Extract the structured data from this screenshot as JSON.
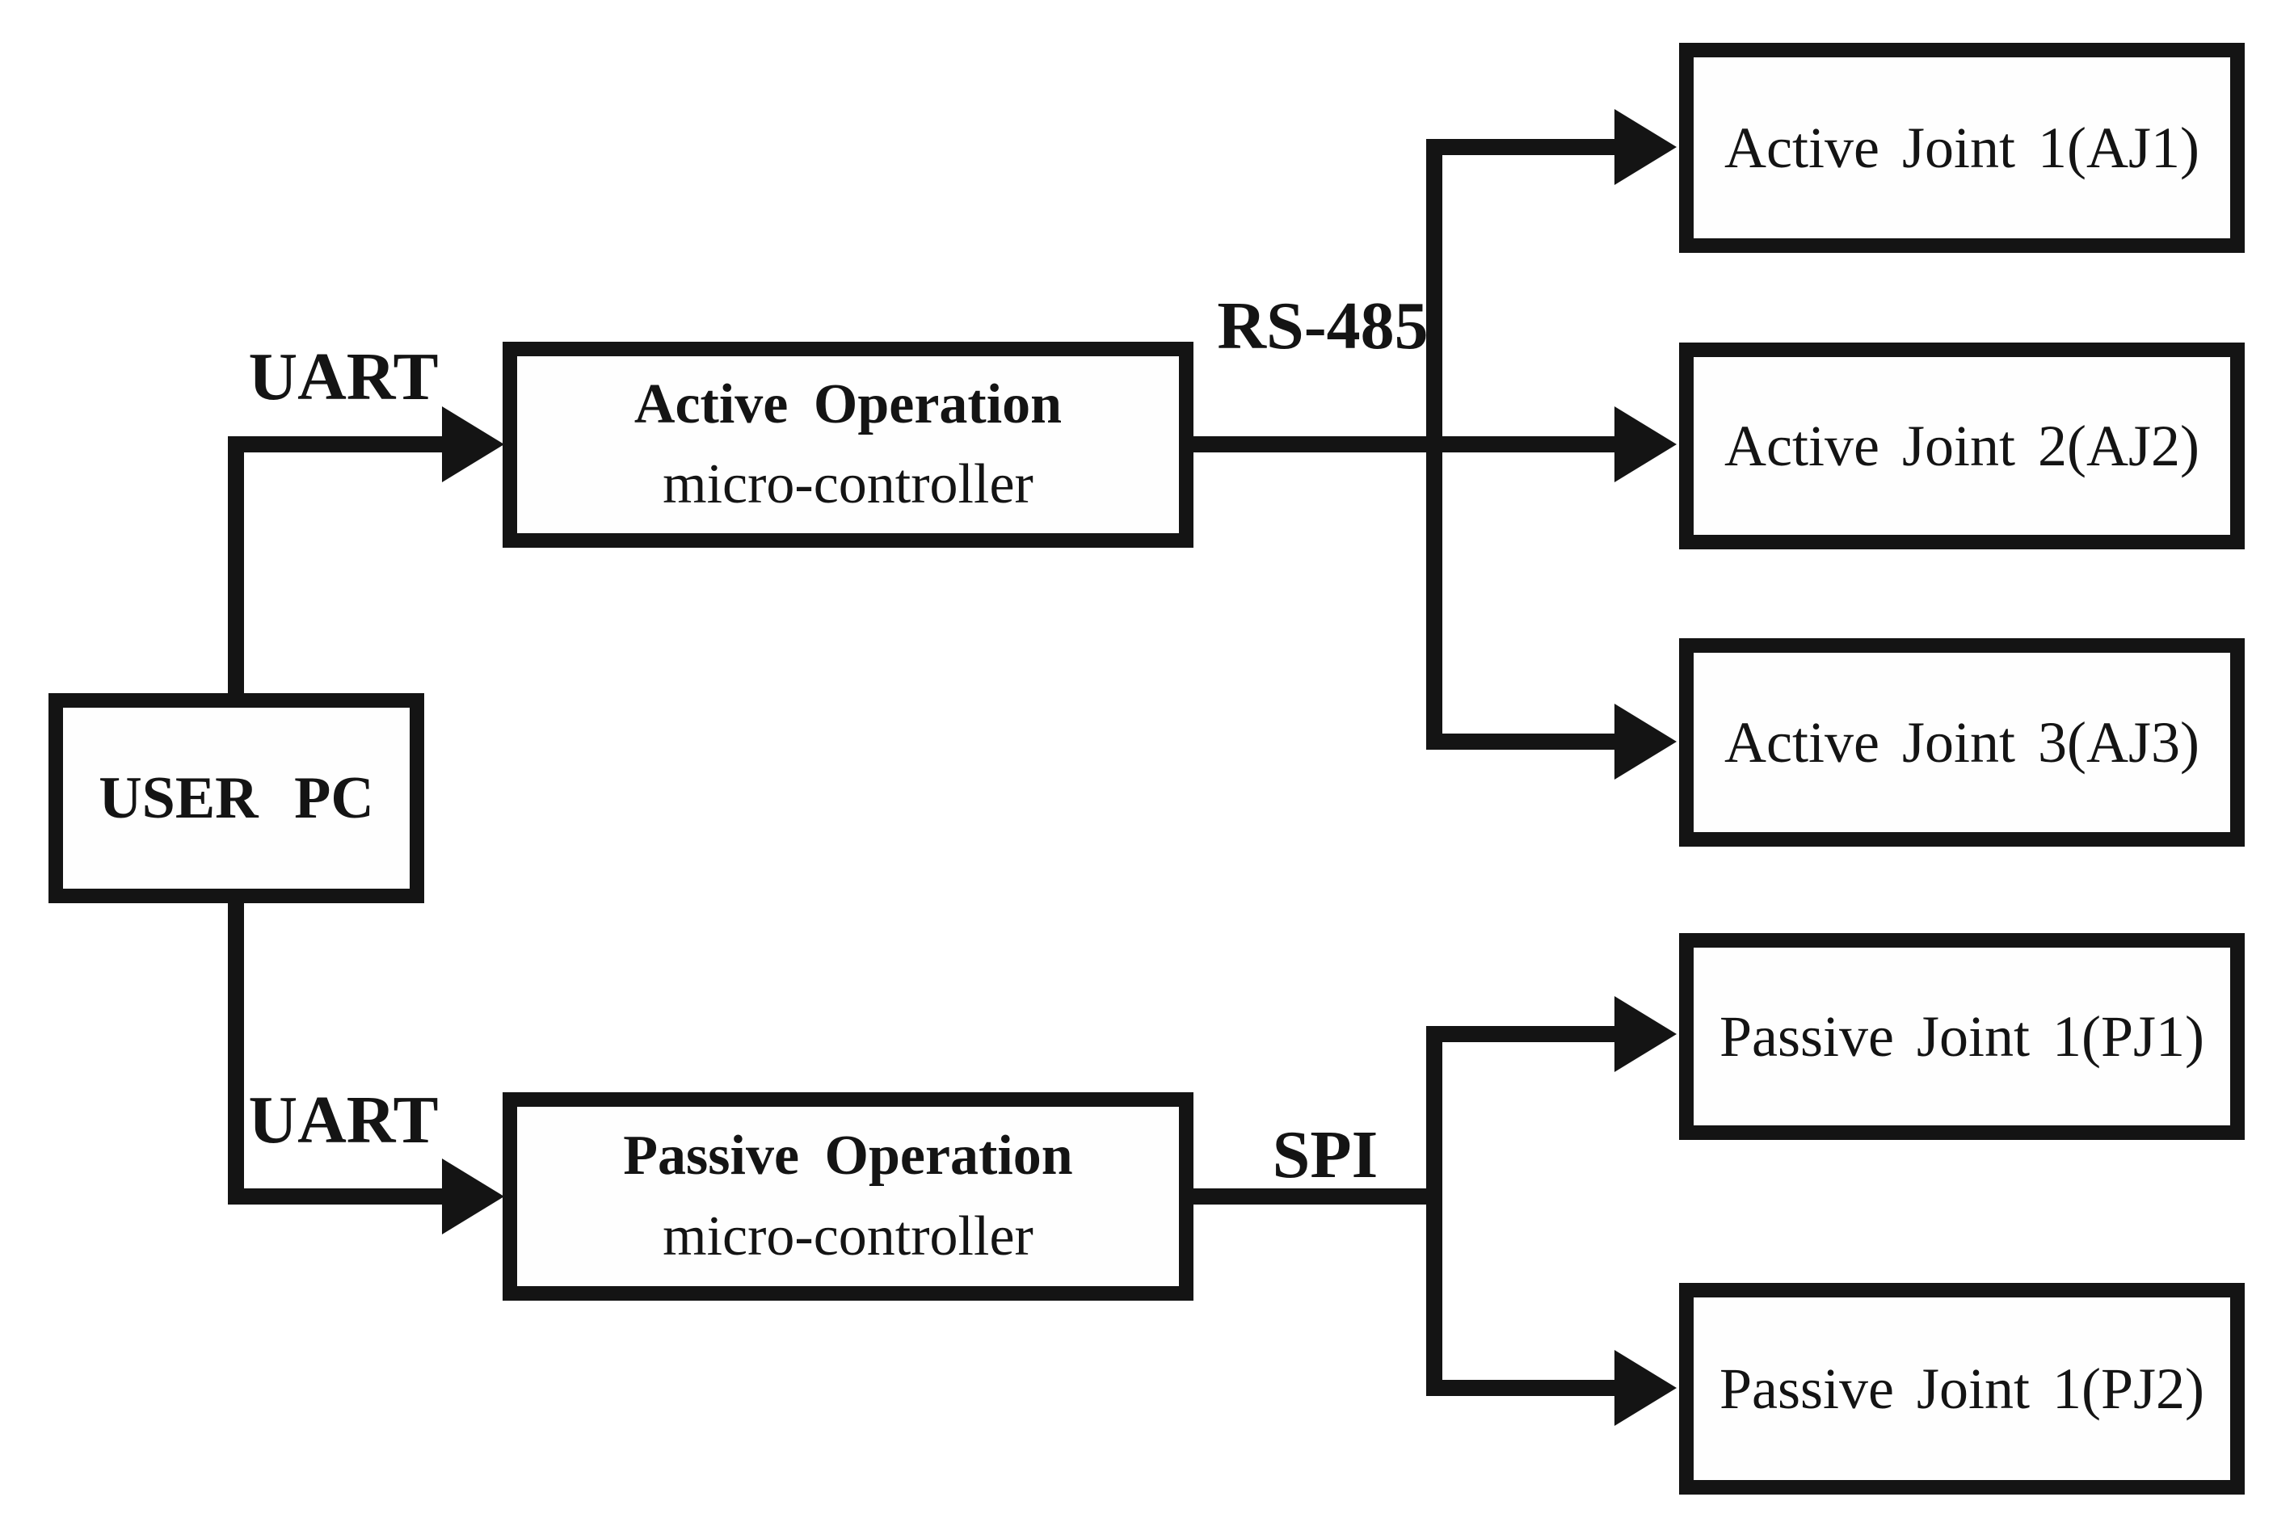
{
  "diagram": {
    "title_implicit": "Control architecture block diagram",
    "colors": {
      "background": "#ffffff",
      "line": "#141414",
      "text": "#141414",
      "box_fill": "#fefefe"
    },
    "nodes": {
      "user_pc": {
        "label": "USER PC"
      },
      "active_mcu": {
        "line1": "Active Operation",
        "line2": "micro-controller"
      },
      "passive_mcu": {
        "line1": "Passive Operation",
        "line2": "micro-controller"
      },
      "aj1": {
        "label": "Active Joint 1(AJ1)"
      },
      "aj2": {
        "label": "Active Joint 2(AJ2)"
      },
      "aj3": {
        "label": "Active Joint 3(AJ3)"
      },
      "pj1": {
        "label": "Passive Joint 1(PJ1)"
      },
      "pj2": {
        "label": "Passive Joint 1(PJ2)"
      }
    },
    "edge_labels": {
      "uart_top": "UART",
      "uart_bottom": "UART",
      "rs485": "RS-485",
      "spi": "SPI"
    },
    "connections": [
      {
        "from": "USER PC",
        "to": "Active Operation micro-controller",
        "protocol": "UART"
      },
      {
        "from": "USER PC",
        "to": "Passive Operation micro-controller",
        "protocol": "UART"
      },
      {
        "from": "Active Operation micro-controller",
        "to": "Active Joint 1(AJ1)",
        "protocol": "RS-485"
      },
      {
        "from": "Active Operation micro-controller",
        "to": "Active Joint 2(AJ2)",
        "protocol": "RS-485"
      },
      {
        "from": "Active Operation micro-controller",
        "to": "Active Joint 3(AJ3)",
        "protocol": "RS-485"
      },
      {
        "from": "Passive Operation micro-controller",
        "to": "Passive Joint 1(PJ1)",
        "protocol": "SPI"
      },
      {
        "from": "Passive Operation micro-controller",
        "to": "Passive Joint 1(PJ2)",
        "protocol": "SPI"
      }
    ]
  }
}
